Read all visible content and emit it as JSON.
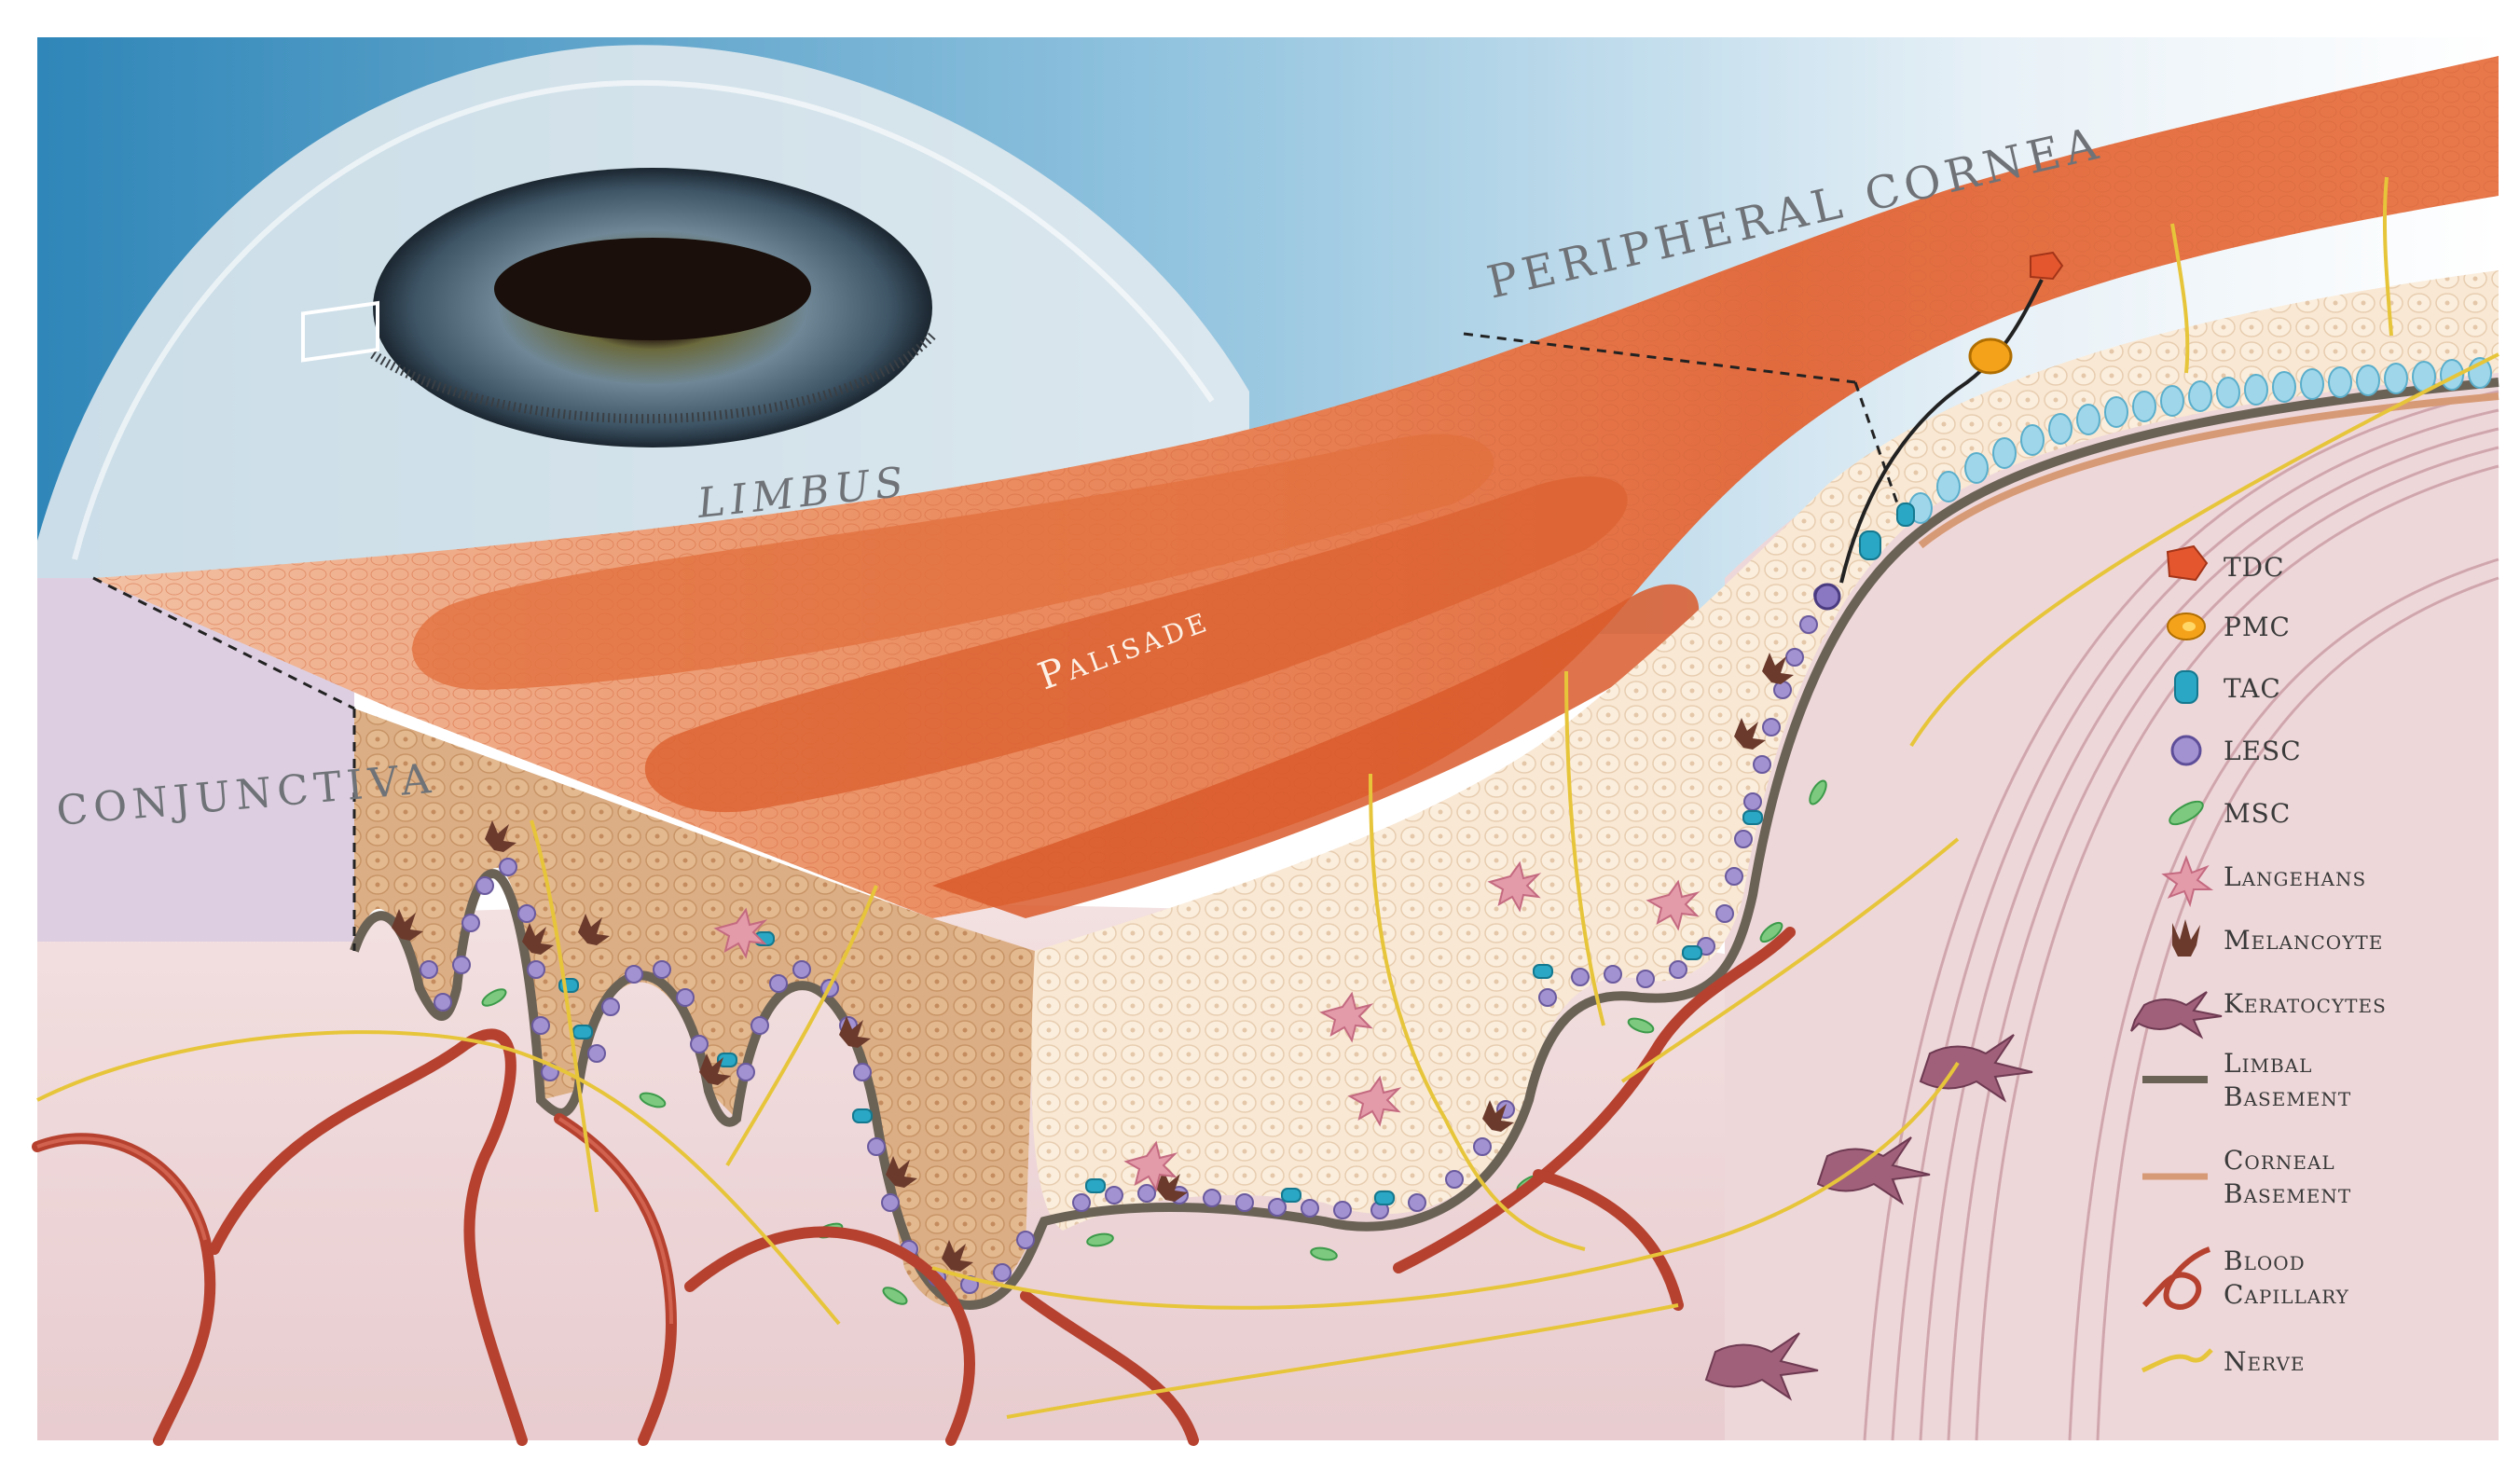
{
  "regions": {
    "peripheral_cornea": "PERIPHERAL CORNEA",
    "limbus": "LIMBUS",
    "palisade": "Palisade",
    "conjunctiva": "CONJUNCTIVA"
  },
  "legend": [
    {
      "key": "tdc",
      "lines": [
        "TDC"
      ],
      "color": "#e4572e"
    },
    {
      "key": "pmc",
      "lines": [
        "PMC"
      ],
      "color": "#f5a21b"
    },
    {
      "key": "tac",
      "lines": [
        "TAC"
      ],
      "color": "#2aa7c4"
    },
    {
      "key": "lesc",
      "lines": [
        "LESC"
      ],
      "color": "#8a78c2"
    },
    {
      "key": "msc",
      "lines": [
        "MSC"
      ],
      "color": "#4db35c"
    },
    {
      "key": "langerhans",
      "lines": [
        "Langehans"
      ],
      "color": "#d97c93"
    },
    {
      "key": "melanocyte",
      "lines": [
        "Melancoyte"
      ],
      "color": "#6b3a2c"
    },
    {
      "key": "keratocytes",
      "lines": [
        "Keratocytes"
      ],
      "color": "#8e4a66"
    },
    {
      "key": "limbal_basement",
      "lines": [
        "Limbal",
        "Basement"
      ],
      "color": "#6b6256"
    },
    {
      "key": "corneal_basement",
      "lines": [
        "Corneal",
        "Basement"
      ],
      "color": "#d79a76"
    },
    {
      "key": "blood_capillary",
      "lines": [
        "Blood",
        "Capillary"
      ],
      "color": "#b6412f"
    },
    {
      "key": "nerve",
      "lines": [
        "Nerve"
      ],
      "color": "#e7c53a"
    }
  ]
}
